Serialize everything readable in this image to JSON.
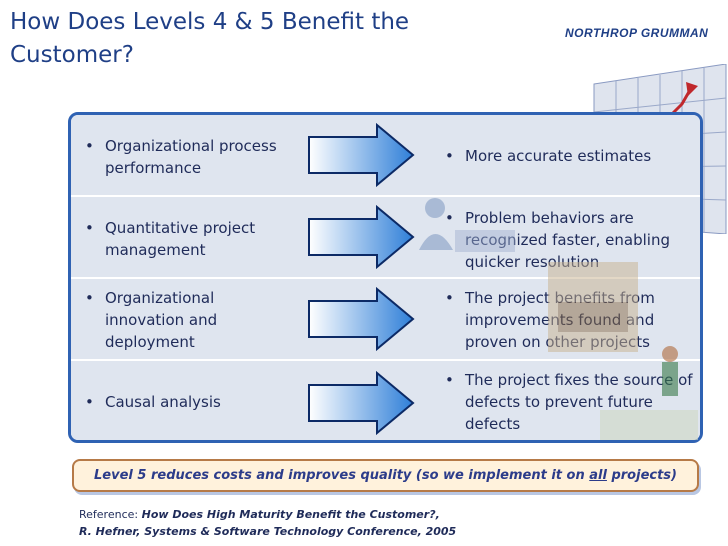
{
  "title": "How Does Levels 4 & 5 Benefit the Customer?",
  "logo_text": "NORTHROP GRUMMAN",
  "rows": [
    {
      "left": "Organizational process performance",
      "right": "More accurate estimates"
    },
    {
      "left": "Quantitative project management",
      "right": "Problem behaviors are recognized faster, enabling quicker resolution"
    },
    {
      "left": "Organizational innovation and deployment",
      "right": "The project benefits from improvements found and proven on other projects"
    },
    {
      "left": "Causal analysis",
      "right": "The project fixes the source of defects to prevent future defects"
    }
  ],
  "banner": {
    "before": "Level 5 reduces costs and improves quality (so we implement it on ",
    "emph": "all",
    "after": " projects)"
  },
  "reference": {
    "label": "Reference: ",
    "line1": "How Does High Maturity Benefit the Customer?,",
    "line2": "R. Hefner, Systems & Software Technology Conference, 2005"
  },
  "colors": {
    "title": "#1f3f86",
    "panel_border": "#2f62b3",
    "row_bg": "#dfe5ef",
    "arrow": "#3f8fe0",
    "banner_border": "#b67a47",
    "banner_bg": "#fff2dc"
  }
}
